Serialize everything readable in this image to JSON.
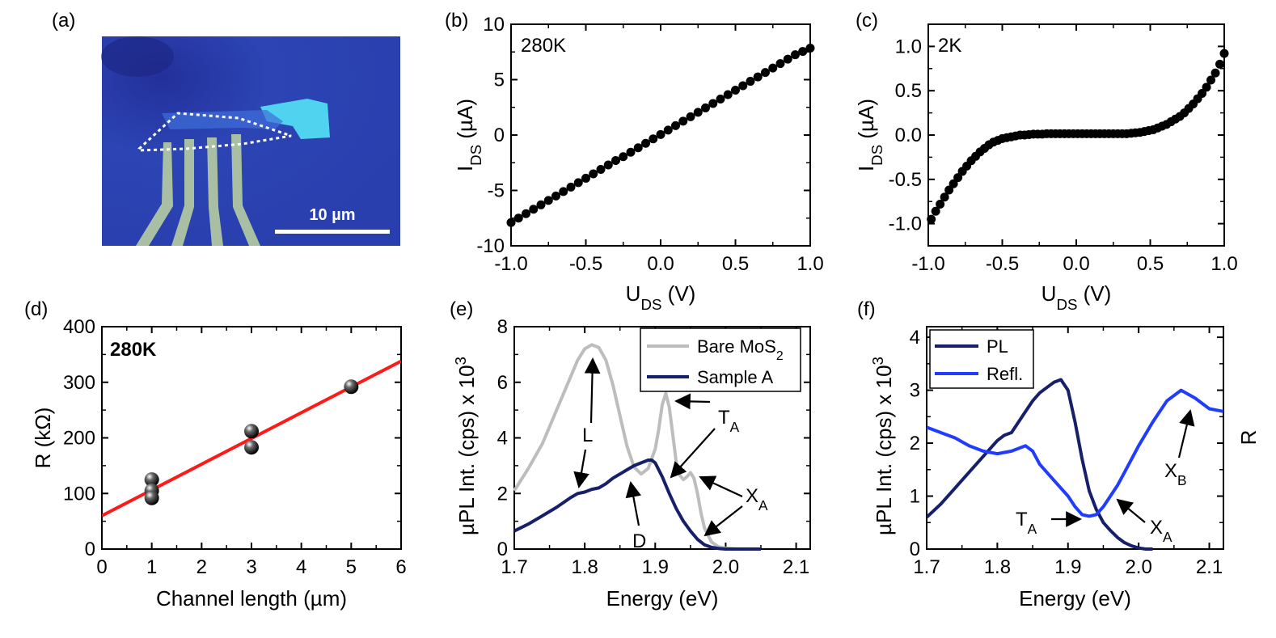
{
  "colors": {
    "gray": "#bdbdbd",
    "navy": "#16206a",
    "blue": "#1f3cff",
    "red": "#ff1a1a",
    "black": "#000000",
    "micro_bg": "#2b3fae",
    "flake": "#4fd3ef",
    "contacts": "#a9bfa3"
  },
  "panel_a": {
    "label": "(a)",
    "scale_bar": "10 µm",
    "icon": "optical-micrograph"
  },
  "chart_data": [
    {
      "id": "b",
      "panel_label": "(b)",
      "type": "scatter",
      "annotation": "280K",
      "xlabel_main": "U",
      "xlabel_sub": "DS",
      "xlabel_unit": " (V)",
      "ylabel_main": "I",
      "ylabel_sub": "DS",
      "ylabel_unit": " (µA)",
      "xlim": [
        -1.0,
        1.0
      ],
      "ylim": [
        -10,
        10
      ],
      "xticks": [
        "-1.0",
        "-0.5",
        "0.0",
        "0.5",
        "1.0"
      ],
      "yticks": [
        "10",
        "5",
        "0",
        "-5",
        "-10"
      ],
      "series": [
        {
          "marker": "circle",
          "x": [
            -1.0,
            -0.95,
            -0.9,
            -0.85,
            -0.8,
            -0.75,
            -0.7,
            -0.65,
            -0.6,
            -0.55,
            -0.5,
            -0.45,
            -0.4,
            -0.35,
            -0.3,
            -0.25,
            -0.2,
            -0.15,
            -0.1,
            -0.05,
            0.0,
            0.05,
            0.1,
            0.15,
            0.2,
            0.25,
            0.3,
            0.35,
            0.4,
            0.45,
            0.5,
            0.55,
            0.6,
            0.65,
            0.7,
            0.75,
            0.8,
            0.85,
            0.9,
            0.95,
            1.0
          ],
          "y": [
            -7.9,
            -7.5,
            -7.1,
            -6.7,
            -6.3,
            -5.9,
            -5.5,
            -5.1,
            -4.7,
            -4.3,
            -3.9,
            -3.5,
            -3.1,
            -2.7,
            -2.3,
            -1.95,
            -1.55,
            -1.15,
            -0.75,
            -0.35,
            0.05,
            0.45,
            0.85,
            1.25,
            1.65,
            2.05,
            2.45,
            2.85,
            3.25,
            3.65,
            4.05,
            4.45,
            4.85,
            5.25,
            5.65,
            6.05,
            6.45,
            6.85,
            7.25,
            7.55,
            7.85
          ]
        }
      ]
    },
    {
      "id": "c",
      "panel_label": "(c)",
      "type": "scatter",
      "annotation": "2K",
      "xlabel_main": "U",
      "xlabel_sub": "DS",
      "xlabel_unit": " (V)",
      "ylabel_main": "I",
      "ylabel_sub": "DS",
      "ylabel_unit": " (µA)",
      "xlim": [
        -1.0,
        1.0
      ],
      "ylim": [
        -1.25,
        1.25
      ],
      "xticks": [
        "-1.0",
        "-0.5",
        "0.0",
        "0.5",
        "1.0"
      ],
      "yticks": [
        "1.0",
        "0.5",
        "0.0",
        "-0.5",
        "-1.0"
      ],
      "series": [
        {
          "marker": "circle",
          "x": [
            -0.98,
            -0.95,
            -0.92,
            -0.89,
            -0.86,
            -0.83,
            -0.8,
            -0.77,
            -0.74,
            -0.71,
            -0.68,
            -0.65,
            -0.62,
            -0.59,
            -0.56,
            -0.53,
            -0.5,
            -0.47,
            -0.44,
            -0.41,
            -0.38,
            -0.35,
            -0.32,
            -0.29,
            -0.26,
            -0.23,
            -0.2,
            -0.17,
            -0.14,
            -0.11,
            -0.08,
            -0.05,
            -0.02,
            0.01,
            0.04,
            0.07,
            0.1,
            0.13,
            0.16,
            0.19,
            0.22,
            0.25,
            0.28,
            0.31,
            0.34,
            0.37,
            0.4,
            0.43,
            0.46,
            0.49,
            0.52,
            0.55,
            0.58,
            0.61,
            0.64,
            0.67,
            0.7,
            0.73,
            0.76,
            0.79,
            0.82,
            0.85,
            0.88,
            0.91,
            0.94,
            0.97,
            1.0
          ],
          "y": [
            -0.95,
            -0.86,
            -0.78,
            -0.7,
            -0.62,
            -0.55,
            -0.48,
            -0.41,
            -0.35,
            -0.29,
            -0.24,
            -0.19,
            -0.15,
            -0.11,
            -0.08,
            -0.06,
            -0.04,
            -0.03,
            -0.02,
            -0.01,
            0.0,
            0.0,
            0.005,
            0.01,
            0.01,
            0.01,
            0.015,
            0.015,
            0.015,
            0.015,
            0.015,
            0.015,
            0.015,
            0.015,
            0.015,
            0.015,
            0.015,
            0.015,
            0.015,
            0.015,
            0.015,
            0.015,
            0.015,
            0.015,
            0.015,
            0.02,
            0.025,
            0.03,
            0.04,
            0.05,
            0.06,
            0.08,
            0.1,
            0.12,
            0.15,
            0.18,
            0.21,
            0.25,
            0.3,
            0.35,
            0.41,
            0.47,
            0.54,
            0.62,
            0.7,
            0.8,
            0.92
          ]
        }
      ]
    },
    {
      "id": "d",
      "panel_label": "(d)",
      "type": "scatter",
      "annotation": "280K",
      "xlabel": "Channel length (µm)",
      "ylabel": "R (kΩ)",
      "xlim": [
        0,
        6
      ],
      "ylim": [
        0,
        400
      ],
      "xticks": [
        "0",
        "1",
        "2",
        "3",
        "4",
        "5",
        "6"
      ],
      "yticks": [
        "400",
        "300",
        "200",
        "100",
        "0"
      ],
      "series": [
        {
          "marker": "sphere",
          "x": [
            1,
            1,
            1,
            3,
            3,
            5
          ],
          "y": [
            125,
            105,
            92,
            212,
            183,
            292
          ]
        }
      ],
      "fit": {
        "color": "#ff1a1a",
        "x": [
          0,
          6
        ],
        "y": [
          60,
          338
        ]
      }
    },
    {
      "id": "e",
      "panel_label": "(e)",
      "type": "line",
      "xlabel": "Energy (eV)",
      "ylabel_main": "µPL Int. (cps) x 10",
      "ylabel_sup": "3",
      "xlim": [
        1.7,
        2.12
      ],
      "ylim": [
        0,
        8
      ],
      "xticks": [
        "1.7",
        "1.8",
        "1.9",
        "2.0",
        "2.1"
      ],
      "yticks": [
        "8",
        "6",
        "4",
        "2",
        "0"
      ],
      "legend": [
        "Bare MoS",
        "Sample A"
      ],
      "legend_sub": "2",
      "series": [
        {
          "name": "Bare MoS2",
          "color": "#bdbdbd",
          "x": [
            1.7,
            1.72,
            1.74,
            1.76,
            1.78,
            1.79,
            1.8,
            1.81,
            1.82,
            1.83,
            1.84,
            1.85,
            1.86,
            1.87,
            1.88,
            1.89,
            1.9,
            1.905,
            1.91,
            1.915,
            1.92,
            1.925,
            1.93,
            1.935,
            1.94,
            1.945,
            1.95,
            1.955,
            1.96,
            1.965,
            1.97,
            1.98,
            1.99,
            2.0,
            2.02
          ],
          "y": [
            2.1,
            2.9,
            3.8,
            5.0,
            6.2,
            6.8,
            7.2,
            7.35,
            7.25,
            6.8,
            5.9,
            4.8,
            3.7,
            2.95,
            2.7,
            2.9,
            3.6,
            4.3,
            5.2,
            5.6,
            5.1,
            4.1,
            3.1,
            2.65,
            2.5,
            2.6,
            2.75,
            2.55,
            2.0,
            1.3,
            0.75,
            0.25,
            0.08,
            0.03,
            0.0
          ]
        },
        {
          "name": "Sample A",
          "color": "#16206a",
          "x": [
            1.7,
            1.72,
            1.74,
            1.76,
            1.78,
            1.79,
            1.8,
            1.81,
            1.82,
            1.83,
            1.84,
            1.85,
            1.86,
            1.87,
            1.88,
            1.89,
            1.895,
            1.9,
            1.91,
            1.92,
            1.93,
            1.94,
            1.95,
            1.96,
            1.97,
            1.98,
            1.99,
            2.0,
            2.02,
            2.05
          ],
          "y": [
            0.65,
            0.9,
            1.2,
            1.5,
            1.85,
            2.0,
            2.05,
            2.15,
            2.2,
            2.35,
            2.55,
            2.7,
            2.85,
            3.0,
            3.1,
            3.2,
            3.2,
            3.1,
            2.6,
            2.0,
            1.45,
            1.0,
            0.65,
            0.35,
            0.15,
            0.06,
            0.02,
            0.0,
            0.0,
            0.0
          ]
        }
      ],
      "annotations": [
        "L",
        "D",
        "T",
        "X"
      ],
      "annotation_sub": "A"
    },
    {
      "id": "f",
      "panel_label": "(f)",
      "type": "line",
      "xlabel": "Energy (eV)",
      "ylabel_main": "µPL Int. (cps) x 10",
      "ylabel_sup": "3",
      "right_label": "R",
      "xlim": [
        1.7,
        2.12
      ],
      "ylim": [
        0,
        4.2
      ],
      "xticks": [
        "1.7",
        "1.8",
        "1.9",
        "2.0",
        "2.1"
      ],
      "yticks": [
        "4",
        "3",
        "2",
        "1",
        "0"
      ],
      "legend": [
        "PL",
        "Refl."
      ],
      "series": [
        {
          "name": "PL",
          "color": "#16206a",
          "x": [
            1.7,
            1.72,
            1.74,
            1.76,
            1.78,
            1.8,
            1.81,
            1.82,
            1.83,
            1.84,
            1.85,
            1.86,
            1.87,
            1.88,
            1.89,
            1.9,
            1.91,
            1.92,
            1.93,
            1.94,
            1.95,
            1.96,
            1.97,
            1.98,
            1.99,
            2.0,
            2.01,
            2.02
          ],
          "y": [
            0.6,
            0.85,
            1.15,
            1.45,
            1.75,
            2.05,
            2.15,
            2.2,
            2.4,
            2.6,
            2.8,
            2.95,
            3.05,
            3.15,
            3.2,
            3.0,
            2.4,
            1.7,
            1.1,
            0.75,
            0.5,
            0.35,
            0.22,
            0.12,
            0.06,
            0.02,
            0.0,
            0.0
          ]
        },
        {
          "name": "Refl.",
          "color": "#1f3cff",
          "x": [
            1.7,
            1.72,
            1.74,
            1.76,
            1.78,
            1.8,
            1.82,
            1.84,
            1.85,
            1.86,
            1.88,
            1.9,
            1.91,
            1.92,
            1.93,
            1.94,
            1.95,
            1.96,
            1.97,
            1.98,
            2.0,
            2.02,
            2.04,
            2.06,
            2.08,
            2.1,
            2.12
          ],
          "y": [
            2.3,
            2.2,
            2.1,
            1.95,
            1.85,
            1.8,
            1.85,
            1.95,
            1.85,
            1.6,
            1.3,
            1.0,
            0.8,
            0.65,
            0.62,
            0.65,
            0.8,
            1.0,
            1.2,
            1.45,
            1.95,
            2.4,
            2.8,
            3.0,
            2.85,
            2.65,
            2.6
          ]
        }
      ],
      "annotations": [
        "T",
        "X",
        "X"
      ],
      "annotation_subs": [
        "A",
        "A",
        "B"
      ]
    }
  ]
}
